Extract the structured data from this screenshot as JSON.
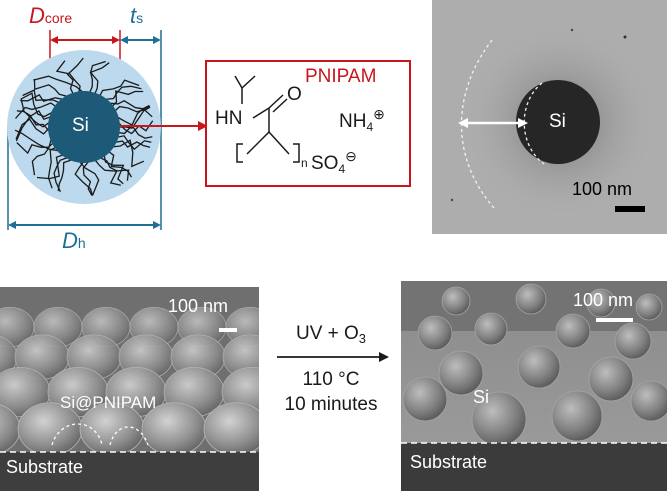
{
  "schematic": {
    "d_core_symbol": "D",
    "d_core_sub": "core",
    "t_s_symbol": "t",
    "t_s_sub": "s",
    "d_h_symbol": "D",
    "d_h_sub": "h",
    "particle_label": "Si"
  },
  "chem_box": {
    "title": "PNIPAM",
    "amide": "HN",
    "carbonyl": "O",
    "n_sub": "n",
    "ammonium": "NH",
    "ammonium_sub": "4",
    "ammonium_charge": "⊕",
    "sulfate": "SO",
    "sulfate_sub": "4",
    "sulfate_charge": "⊖"
  },
  "tem_image": {
    "particle_label": "Si",
    "scale_label": "100 nm"
  },
  "sem_before": {
    "scale_label": "100 nm",
    "particle_label": "Si@PNIPAM",
    "substrate_label": "Substrate"
  },
  "process": {
    "uv": "UV + O",
    "uv_sub": "3",
    "temperature": "110 °C",
    "duration": "10 minutes"
  },
  "sem_after": {
    "scale_label": "100 nm",
    "particle_label": "Si",
    "substrate_label": "Substrate"
  },
  "colors": {
    "red": "#c8161d",
    "blue": "#1f6f96",
    "shell": "#bcd9ee",
    "core": "#1d5a78"
  }
}
